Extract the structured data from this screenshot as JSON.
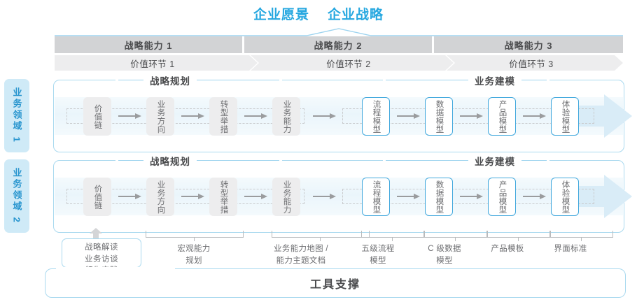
{
  "header": {
    "titles": [
      "企业愿景",
      "企业战略"
    ],
    "accent_color": "#27a8e0"
  },
  "capabilities": [
    {
      "label": "战略能力 1"
    },
    {
      "label": "战略能力 2"
    },
    {
      "label": "战略能力 3"
    }
  ],
  "value_chain": [
    {
      "label": "价值环节 1"
    },
    {
      "label": "价值环节 2"
    },
    {
      "label": "价值环节 3"
    }
  ],
  "domains": [
    {
      "label": "业务领域 1"
    },
    {
      "label": "业务领域 2"
    }
  ],
  "sections": {
    "planning": "战略规划",
    "modeling": "业务建模"
  },
  "steps": {
    "planning": [
      "价值链",
      "业务方向",
      "转型举措",
      "业务能力"
    ],
    "modeling": [
      "流程模型",
      "数据模型",
      "产品模型",
      "体验模型"
    ]
  },
  "tools": [
    {
      "label": "战略解读\n业务访谈\n领先实践",
      "boxed": true
    },
    {
      "label": "宏观能力\n规划",
      "boxed": false
    },
    {
      "label": "业务能力地图 /\n能力主题文档",
      "boxed": false
    },
    {
      "label": "五级流程\n模型",
      "boxed": false
    },
    {
      "label": "C 级数据\n模型",
      "boxed": false
    },
    {
      "label": "产品模板",
      "boxed": false
    },
    {
      "label": "界面标准",
      "boxed": false
    }
  ],
  "footer": {
    "label": "工具支撑"
  },
  "colors": {
    "accent": "#27a8e0",
    "lane_border": "#a9d9ef",
    "cap_bar": "#d2d3d5",
    "vc_bar": "#ededee",
    "box_gray": "#ededee",
    "box_blue_border": "#41a8dd",
    "domain_bg": "#cfeaf7",
    "band": "#eaf5fb"
  }
}
